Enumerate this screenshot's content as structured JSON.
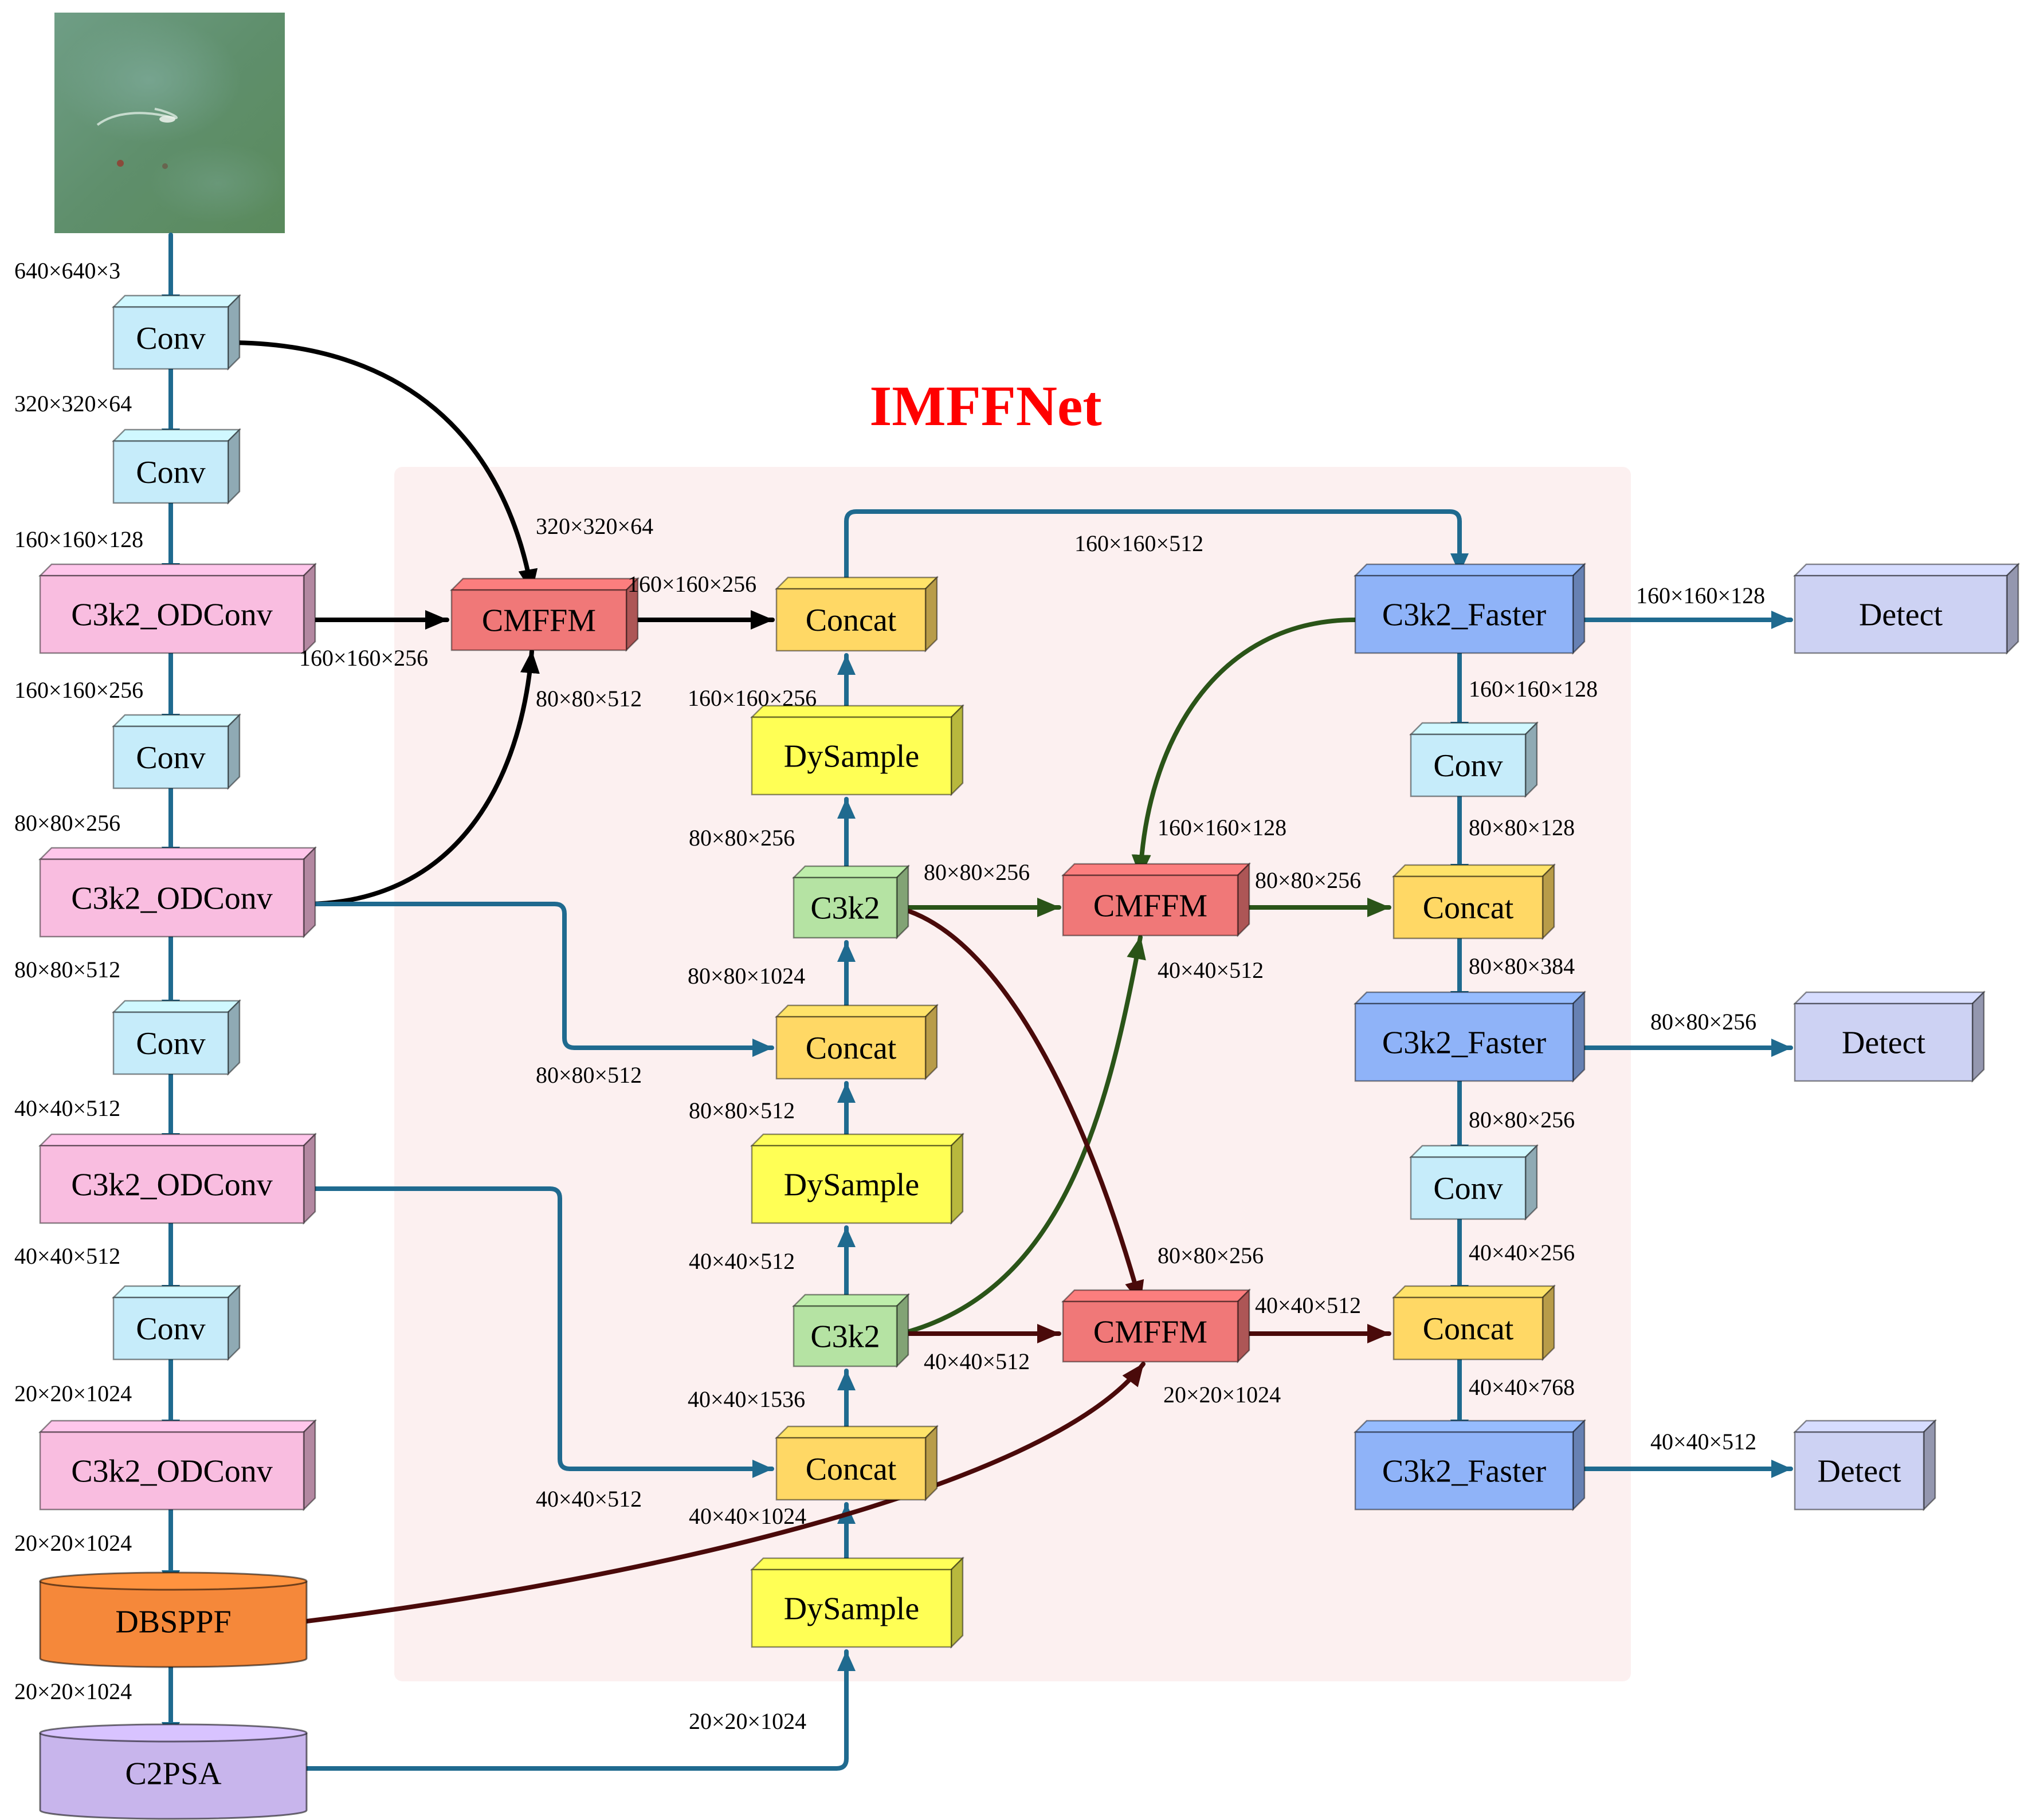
{
  "title": "IMFFNet",
  "colors": {
    "arrow_blue": "#1f6a8f",
    "arrow_black": "#000000",
    "arrow_green": "#2a5418",
    "arrow_darkred": "#4a0a0a",
    "conv": "#c6ecfa",
    "odconv": "#f9bde0",
    "cmffm": "#f07878",
    "concat": "#ffd865",
    "dysample": "#ffff55",
    "c3k2": "#b5e3a3",
    "faster": "#8fb3f8",
    "detect": "#cdd2f3",
    "dbsppf": "#f5883a",
    "c2psa": "#c8b5ec",
    "region": "#fcf0f0"
  },
  "input_image": {
    "name": "input-image",
    "description_icon": "aerial-sea-photo-icon"
  },
  "nodes": [
    {
      "id": "bb-conv-1",
      "label": "Conv",
      "kind": "conv"
    },
    {
      "id": "bb-conv-2",
      "label": "Conv",
      "kind": "conv"
    },
    {
      "id": "bb-odconv-1",
      "label": "C3k2_ODConv",
      "kind": "odconv"
    },
    {
      "id": "bb-conv-3",
      "label": "Conv",
      "kind": "conv"
    },
    {
      "id": "bb-odconv-2",
      "label": "C3k2_ODConv",
      "kind": "odconv"
    },
    {
      "id": "bb-conv-4",
      "label": "Conv",
      "kind": "conv"
    },
    {
      "id": "bb-odconv-3",
      "label": "C3k2_ODConv",
      "kind": "odconv"
    },
    {
      "id": "bb-conv-5",
      "label": "Conv",
      "kind": "conv"
    },
    {
      "id": "bb-odconv-4",
      "label": "C3k2_ODConv",
      "kind": "odconv"
    },
    {
      "id": "dbsppf",
      "label": "DBSPPF",
      "kind": "dbsppf"
    },
    {
      "id": "c2psa",
      "label": "C2PSA",
      "kind": "c2psa"
    },
    {
      "id": "cmffm-1",
      "label": "CMFFM",
      "kind": "cmffm"
    },
    {
      "id": "concat-1",
      "label": "Concat",
      "kind": "concat"
    },
    {
      "id": "dysample-1",
      "label": "DySample",
      "kind": "dysample"
    },
    {
      "id": "c3k2-1",
      "label": "C3k2",
      "kind": "c3k2"
    },
    {
      "id": "concat-2",
      "label": "Concat",
      "kind": "concat"
    },
    {
      "id": "dysample-2",
      "label": "DySample",
      "kind": "dysample"
    },
    {
      "id": "c3k2-2",
      "label": "C3k2",
      "kind": "c3k2"
    },
    {
      "id": "concat-3",
      "label": "Concat",
      "kind": "concat"
    },
    {
      "id": "dysample-3",
      "label": "DySample",
      "kind": "dysample"
    },
    {
      "id": "cmffm-2",
      "label": "CMFFM",
      "kind": "cmffm"
    },
    {
      "id": "cmffm-3",
      "label": "CMFFM",
      "kind": "cmffm"
    },
    {
      "id": "faster-1",
      "label": "C3k2_Faster",
      "kind": "faster"
    },
    {
      "id": "conv-r1",
      "label": "Conv",
      "kind": "conv"
    },
    {
      "id": "concat-r1",
      "label": "Concat",
      "kind": "concat"
    },
    {
      "id": "faster-2",
      "label": "C3k2_Faster",
      "kind": "faster"
    },
    {
      "id": "conv-r2",
      "label": "Conv",
      "kind": "conv"
    },
    {
      "id": "concat-r2",
      "label": "Concat",
      "kind": "concat"
    },
    {
      "id": "faster-3",
      "label": "C3k2_Faster",
      "kind": "faster"
    },
    {
      "id": "detect-1",
      "label": "Detect",
      "kind": "detect"
    },
    {
      "id": "detect-2",
      "label": "Detect",
      "kind": "detect"
    },
    {
      "id": "detect-3",
      "label": "Detect",
      "kind": "detect"
    }
  ],
  "edges": [
    {
      "id": "e-img-conv1",
      "from": "input-image",
      "to": "bb-conv-1",
      "color": "blue"
    },
    {
      "id": "e-bb-1",
      "from": "bb-conv-1",
      "to": "bb-conv-2",
      "color": "blue"
    },
    {
      "id": "e-bb-2",
      "from": "bb-conv-2",
      "to": "bb-odconv-1",
      "color": "blue"
    },
    {
      "id": "e-bb-3",
      "from": "bb-odconv-1",
      "to": "bb-conv-3",
      "color": "blue"
    },
    {
      "id": "e-bb-4",
      "from": "bb-conv-3",
      "to": "bb-odconv-2",
      "color": "blue"
    },
    {
      "id": "e-bb-5",
      "from": "bb-odconv-2",
      "to": "bb-conv-4",
      "color": "blue"
    },
    {
      "id": "e-bb-6",
      "from": "bb-conv-4",
      "to": "bb-odconv-3",
      "color": "blue"
    },
    {
      "id": "e-bb-7",
      "from": "bb-odconv-3",
      "to": "bb-conv-5",
      "color": "blue"
    },
    {
      "id": "e-bb-8",
      "from": "bb-conv-5",
      "to": "bb-odconv-4",
      "color": "blue"
    },
    {
      "id": "e-bb-9",
      "from": "bb-odconv-4",
      "to": "dbsppf",
      "color": "blue"
    },
    {
      "id": "e-bb-10",
      "from": "dbsppf",
      "to": "c2psa",
      "color": "blue"
    },
    {
      "id": "e-conv1-cmffm1",
      "from": "bb-conv-1",
      "to": "cmffm-1",
      "color": "black"
    },
    {
      "id": "e-od1-cmffm1",
      "from": "bb-odconv-1",
      "to": "cmffm-1",
      "color": "black"
    },
    {
      "id": "e-od2-cmffm1",
      "from": "bb-odconv-2",
      "to": "cmffm-1",
      "color": "black"
    },
    {
      "id": "e-cmffm1-concat1",
      "from": "cmffm-1",
      "to": "concat-1",
      "color": "black"
    },
    {
      "id": "e-od2-concat2",
      "from": "bb-odconv-2",
      "to": "concat-2",
      "color": "blue"
    },
    {
      "id": "e-od3-concat3",
      "from": "bb-odconv-3",
      "to": "concat-3",
      "color": "blue"
    },
    {
      "id": "e-c2psa-dys3",
      "from": "c2psa",
      "to": "dysample-3",
      "color": "blue"
    },
    {
      "id": "e-dys3-concat3",
      "from": "dysample-3",
      "to": "concat-3",
      "color": "blue"
    },
    {
      "id": "e-concat3-c3k2-2",
      "from": "concat-3",
      "to": "c3k2-2",
      "color": "blue"
    },
    {
      "id": "e-c3k2-2-dys2",
      "from": "c3k2-2",
      "to": "dysample-2",
      "color": "blue"
    },
    {
      "id": "e-dys2-concat2",
      "from": "dysample-2",
      "to": "concat-2",
      "color": "blue"
    },
    {
      "id": "e-concat2-c3k2-1",
      "from": "concat-2",
      "to": "c3k2-1",
      "color": "blue"
    },
    {
      "id": "e-c3k2-1-dys1",
      "from": "c3k2-1",
      "to": "dysample-1",
      "color": "blue"
    },
    {
      "id": "e-dys1-concat1",
      "from": "dysample-1",
      "to": "concat-1",
      "color": "blue"
    },
    {
      "id": "e-concat1-faster1",
      "from": "concat-1",
      "to": "faster-1",
      "color": "blue"
    },
    {
      "id": "e-faster1-detect1",
      "from": "faster-1",
      "to": "detect-1",
      "color": "blue"
    },
    {
      "id": "e-faster1-convr1",
      "from": "faster-1",
      "to": "conv-r1",
      "color": "blue"
    },
    {
      "id": "e-convr1-concatr1",
      "from": "conv-r1",
      "to": "concat-r1",
      "color": "blue"
    },
    {
      "id": "e-faster1-cmffm2",
      "from": "faster-1",
      "to": "cmffm-2",
      "color": "green"
    },
    {
      "id": "e-c3k2-1-cmffm2",
      "from": "c3k2-1",
      "to": "cmffm-2",
      "color": "green"
    },
    {
      "id": "e-c3k2-2-cmffm2",
      "from": "c3k2-2",
      "to": "cmffm-2",
      "color": "green"
    },
    {
      "id": "e-cmffm2-concatr1",
      "from": "cmffm-2",
      "to": "concat-r1",
      "color": "green"
    },
    {
      "id": "e-concatr1-faster2",
      "from": "concat-r1",
      "to": "faster-2",
      "color": "blue"
    },
    {
      "id": "e-faster2-detect2",
      "from": "faster-2",
      "to": "detect-2",
      "color": "blue"
    },
    {
      "id": "e-faster2-convr2",
      "from": "faster-2",
      "to": "conv-r2",
      "color": "blue"
    },
    {
      "id": "e-convr2-concatr2",
      "from": "conv-r2",
      "to": "concat-r2",
      "color": "blue"
    },
    {
      "id": "e-c3k2-1-cmffm3",
      "from": "c3k2-1",
      "to": "cmffm-3",
      "color": "darkred"
    },
    {
      "id": "e-c3k2-2-cmffm3",
      "from": "c3k2-2",
      "to": "cmffm-3",
      "color": "darkred"
    },
    {
      "id": "e-dbsppf-cmffm3",
      "from": "dbsppf",
      "to": "cmffm-3",
      "color": "darkred"
    },
    {
      "id": "e-cmffm3-concatr2",
      "from": "cmffm-3",
      "to": "concat-r2",
      "color": "darkred"
    },
    {
      "id": "e-concatr2-faster3",
      "from": "concat-r2",
      "to": "faster-3",
      "color": "blue"
    },
    {
      "id": "e-faster3-detect3",
      "from": "faster-3",
      "to": "detect-3",
      "color": "blue"
    }
  ],
  "dims": [
    {
      "id": "dim-1",
      "text": "640×640×3"
    },
    {
      "id": "dim-2",
      "text": "320×320×64"
    },
    {
      "id": "dim-3",
      "text": "160×160×128"
    },
    {
      "id": "dim-4",
      "text": "160×160×256"
    },
    {
      "id": "dim-5",
      "text": "80×80×256"
    },
    {
      "id": "dim-6",
      "text": "80×80×512"
    },
    {
      "id": "dim-7",
      "text": "40×40×512"
    },
    {
      "id": "dim-8",
      "text": "40×40×512"
    },
    {
      "id": "dim-9",
      "text": "20×20×1024"
    },
    {
      "id": "dim-10",
      "text": "20×20×1024"
    },
    {
      "id": "dim-11",
      "text": "20×20×1024"
    },
    {
      "id": "dim-12",
      "text": "320×320×64"
    },
    {
      "id": "dim-13",
      "text": "160×160×256"
    },
    {
      "id": "dim-14",
      "text": "80×80×512"
    },
    {
      "id": "dim-15",
      "text": "160×160×256"
    },
    {
      "id": "dim-16",
      "text": "160×160×256"
    },
    {
      "id": "dim-17",
      "text": "80×80×256"
    },
    {
      "id": "dim-18",
      "text": "80×80×1024"
    },
    {
      "id": "dim-19",
      "text": "80×80×512"
    },
    {
      "id": "dim-20",
      "text": "80×80×512"
    },
    {
      "id": "dim-21",
      "text": "40×40×512"
    },
    {
      "id": "dim-22",
      "text": "40×40×1536"
    },
    {
      "id": "dim-23",
      "text": "40×40×512"
    },
    {
      "id": "dim-24",
      "text": "40×40×1024"
    },
    {
      "id": "dim-25",
      "text": "20×20×1024"
    },
    {
      "id": "dim-26",
      "text": "160×160×512"
    },
    {
      "id": "dim-27",
      "text": "80×80×256"
    },
    {
      "id": "dim-28",
      "text": "160×160×128"
    },
    {
      "id": "dim-29",
      "text": "80×80×256"
    },
    {
      "id": "dim-30",
      "text": "40×40×512"
    },
    {
      "id": "dim-31",
      "text": "80×80×256"
    },
    {
      "id": "dim-32",
      "text": "40×40×512"
    },
    {
      "id": "dim-33",
      "text": "40×40×512"
    },
    {
      "id": "dim-34",
      "text": "20×20×1024"
    },
    {
      "id": "dim-35",
      "text": "160×160×128"
    },
    {
      "id": "dim-36",
      "text": "160×160×128"
    },
    {
      "id": "dim-37",
      "text": "80×80×128"
    },
    {
      "id": "dim-38",
      "text": "80×80×384"
    },
    {
      "id": "dim-39",
      "text": "80×80×256"
    },
    {
      "id": "dim-40",
      "text": "80×80×256"
    },
    {
      "id": "dim-41",
      "text": "40×40×256"
    },
    {
      "id": "dim-42",
      "text": "40×40×768"
    },
    {
      "id": "dim-43",
      "text": "40×40×512"
    }
  ]
}
